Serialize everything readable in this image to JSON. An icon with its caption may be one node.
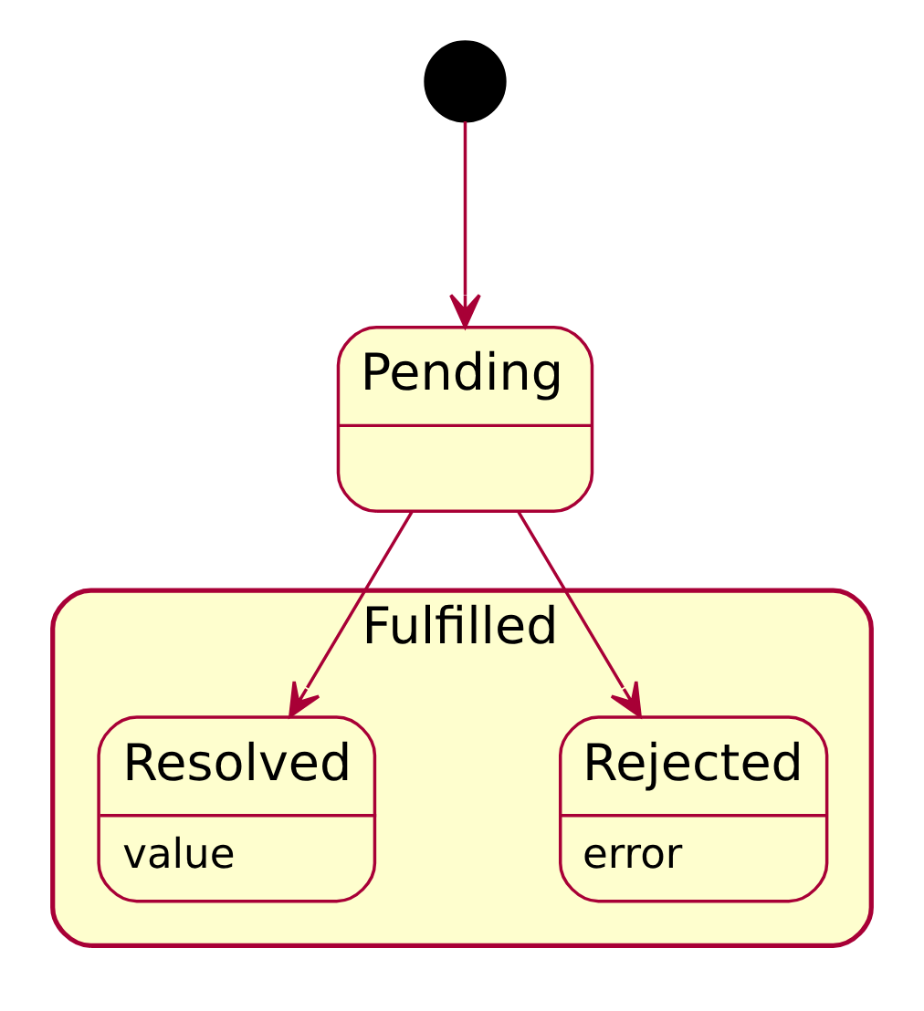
{
  "diagram": {
    "nodes": [
      {
        "text": [],
        "shape": "circle"
      },
      {
        "text": [
          "Pending"
        ]
      },
      {
        "text": [
          "Fulfilled"
        ]
      },
      {
        "text": [
          "Rejected",
          "error"
        ],
        "in": 2
      },
      {
        "text": [
          "Resolved",
          "value"
        ],
        "in": 2
      }
    ],
    "edges": [
      {
        "from": 0,
        "to": 1,
        "arrow": "to"
      },
      {
        "from": 1,
        "to": 3,
        "arrow": "to"
      },
      {
        "from": 1,
        "to": 4,
        "arrow": "to"
      }
    ]
  }
}
